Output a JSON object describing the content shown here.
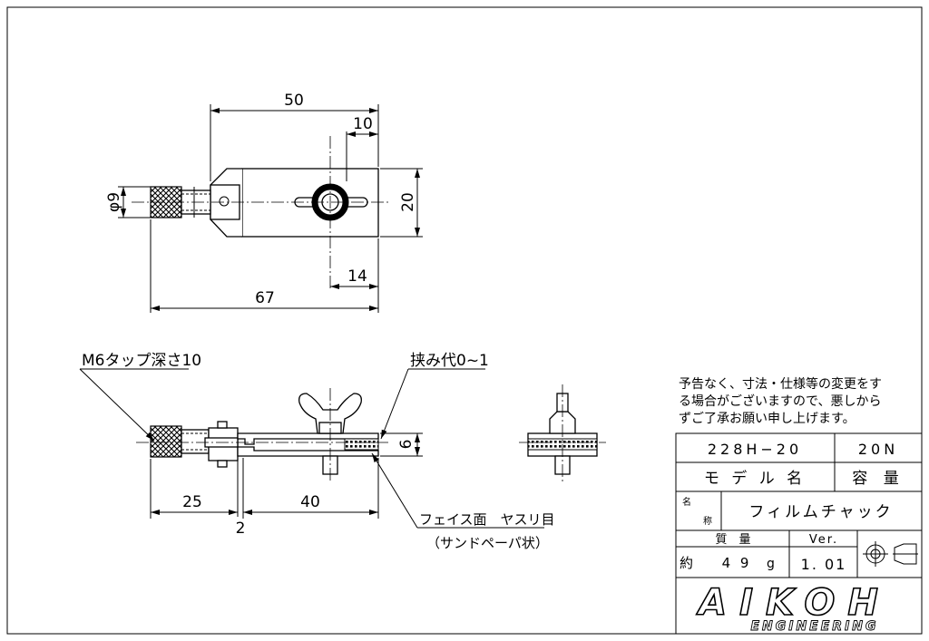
{
  "dimensions": {
    "top_width": "50",
    "slot_offset": "10",
    "height": "20",
    "diameter": "φ9",
    "hole_offset": "14",
    "overall_length": "67",
    "side_knob": "25",
    "side_jaw": "40",
    "side_gap": "2",
    "side_thickness": "6"
  },
  "annotations": {
    "tap": "M6タップ深さ10",
    "clamp_range": "挟み代0~1",
    "face_line1": "フェイス面　ヤスリ目",
    "face_line2": "（サンドペーパ状）"
  },
  "notice": {
    "line1": "予告なく、寸法・仕様等の変更をす",
    "line2": "る場合がございますので、悪しから",
    "line3": "ずご了承お願い申し上げます。"
  },
  "title_block": {
    "model": "228H−20",
    "capacity": "20N",
    "model_label": "モ デ ル 名",
    "capacity_label": "容 量",
    "name_label_1": "名",
    "name_label_2": "称",
    "name": "フィルムチャック",
    "mass_label": "質　量",
    "ver_label": "Ver.",
    "mass_prefix": "約",
    "mass_value": "4 9",
    "mass_unit": "g",
    "version": "1. 01",
    "logo": "AIKOH",
    "logo_sub": "ENGINEERING"
  }
}
